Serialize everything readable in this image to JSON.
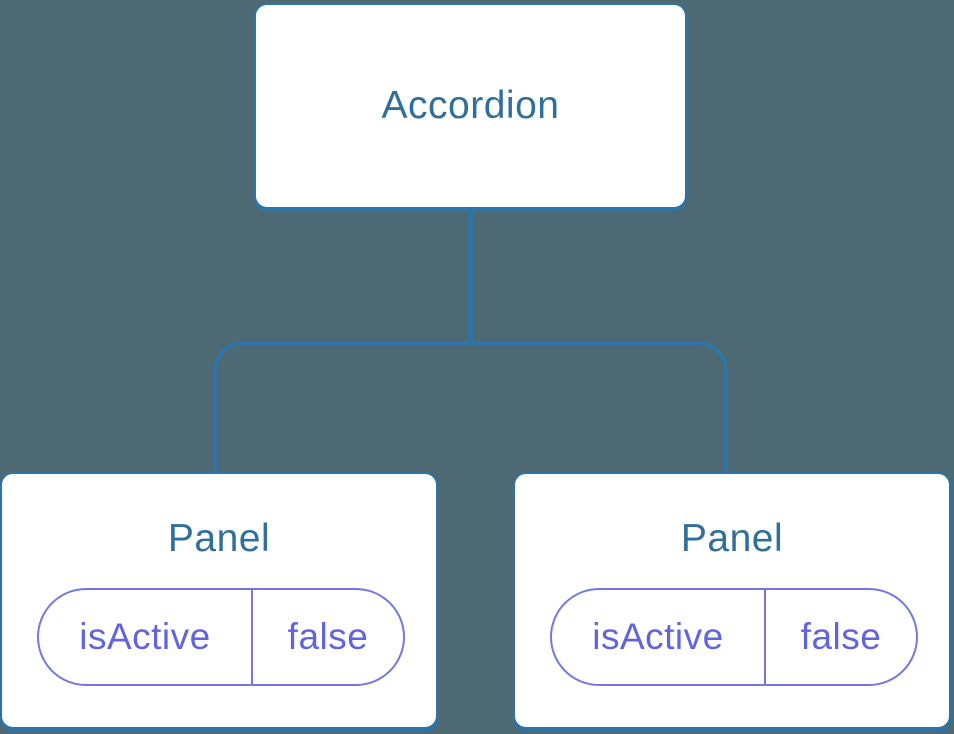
{
  "diagram": {
    "type": "component-tree",
    "root": {
      "label": "Accordion"
    },
    "children": [
      {
        "label": "Panel",
        "state": {
          "key": "isActive",
          "value": "false"
        }
      },
      {
        "label": "Panel",
        "state": {
          "key": "isActive",
          "value": "false"
        }
      }
    ]
  },
  "colors": {
    "bg": "#4D6973",
    "node-bg": "#FFFFFF",
    "node-border": "#2E74A5",
    "node-label": "#2F6F9C",
    "connector": "#2E74A5",
    "state-border": "#7477E0",
    "state-text": "#6065DE"
  }
}
